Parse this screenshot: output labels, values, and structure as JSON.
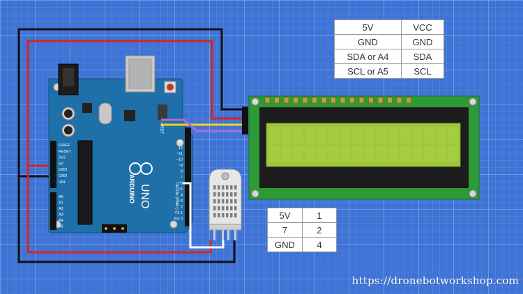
{
  "lcd_connections": {
    "rows": [
      {
        "arduino": "5V",
        "lcd": "VCC"
      },
      {
        "arduino": "GND",
        "lcd": "GND"
      },
      {
        "arduino": "SDA or A4",
        "lcd": "SDA"
      },
      {
        "arduino": "SCL or A5",
        "lcd": "SCL"
      }
    ]
  },
  "sensor_connections": {
    "rows": [
      {
        "arduino": "5V",
        "sensor_pin": "1"
      },
      {
        "arduino": "7",
        "sensor_pin": "2"
      },
      {
        "arduino": "GND",
        "sensor_pin": "4"
      }
    ]
  },
  "board": {
    "name": "UNO",
    "brand": "ARDUINO",
    "digital_label": "DIGITAL (PWM~)",
    "aref_label": "AREF",
    "digital_pins": [
      "13",
      "12",
      "~11",
      "~10",
      "~9",
      "8",
      "7",
      "~6",
      "~5",
      "4",
      "~3",
      "2",
      "TX 1",
      "RX 0"
    ],
    "power_pins": [
      "IOREF",
      "RESET",
      "3V3",
      "5V",
      "GND",
      "GND",
      "VIN"
    ],
    "analog_pins": [
      "A0",
      "A1",
      "A2",
      "A3",
      "A4",
      "A5"
    ]
  },
  "website": "https://dronebotworkshop.com",
  "colors": {
    "background": "#3f74d6",
    "wire_5v": "#d9241c",
    "wire_gnd": "#111111",
    "wire_sda": "#f0d21a",
    "wire_scl": "#b06ad8",
    "wire_signal": "#ffffff",
    "board": "#1f6fa8",
    "lcd_pcb": "#2d9a36",
    "lcd_screen": "#9ec83a"
  }
}
